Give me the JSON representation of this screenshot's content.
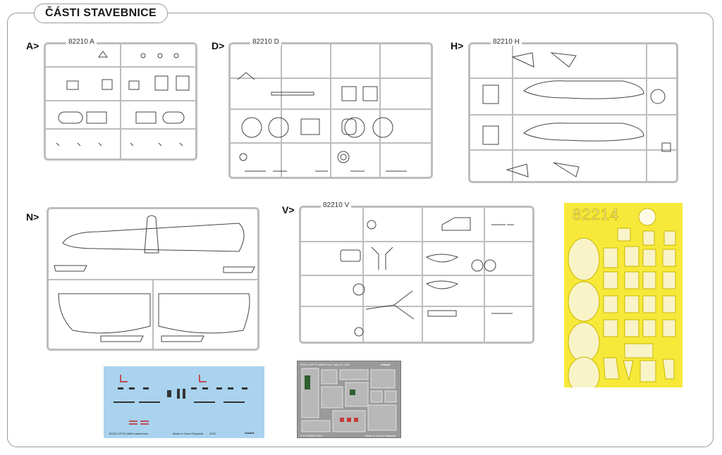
{
  "page": {
    "title": "ČÁSTI STAVEBNICE"
  },
  "sprues": {
    "A": {
      "label": "A>",
      "code": "82210 A"
    },
    "D": {
      "label": "D>",
      "code": "82210 D"
    },
    "H": {
      "label": "H>",
      "code": "82210 H"
    },
    "N": {
      "label": "N>"
    },
    "V": {
      "label": "V>",
      "code": "82210 V"
    }
  },
  "mask": {
    "code": "82214",
    "color": "#f7e93a"
  },
  "decal": {
    "footer_left": "82210 OSTD A6M2 stavebnice",
    "footer_mid": "Made in Czech Republic",
    "footer_year": "2022",
    "brand": "eduard",
    "color": "#a9d3ee"
  },
  "photoetch": {
    "header": "82214-LEPT1 A6M3 Zero Type 22   1/48",
    "brand": "eduard",
    "footer_left": "© EDUARD 2022",
    "footer_right": "Made in Czech Republic"
  }
}
